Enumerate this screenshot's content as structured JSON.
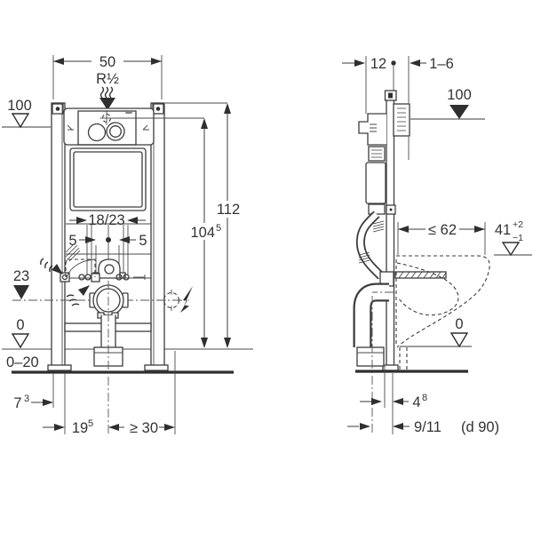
{
  "colors": {
    "line": "#3d3d3d",
    "text": "#333333",
    "background": "#ffffff"
  },
  "front_view": {
    "dim_width": "50",
    "dim_supply": "R½",
    "level_100": "100",
    "dim_112": "112",
    "dim_104": "104",
    "dim_104_sup": "5",
    "dim_rods": "18/23",
    "dim_5_left": "5",
    "dim_5_right": "5",
    "level_23": "23",
    "level_0": "0",
    "dim_floor_range": "0–20",
    "dim_7": "7",
    "dim_7_sup": "3",
    "dim_19": "19",
    "dim_19_sup": "5",
    "dim_min30": "≥ 30"
  },
  "side_view": {
    "dim_12": "12",
    "dim_wall": "1–6",
    "level_100": "100",
    "dim_max62": "≤ 62",
    "dim_41": "41",
    "dim_41_plus": "+2",
    "dim_41_minus": "−1",
    "level_0": "0",
    "dim_4": "4",
    "dim_4_sup": "8",
    "dim_9_11": "9/11",
    "dim_d90": "(d 90)"
  }
}
